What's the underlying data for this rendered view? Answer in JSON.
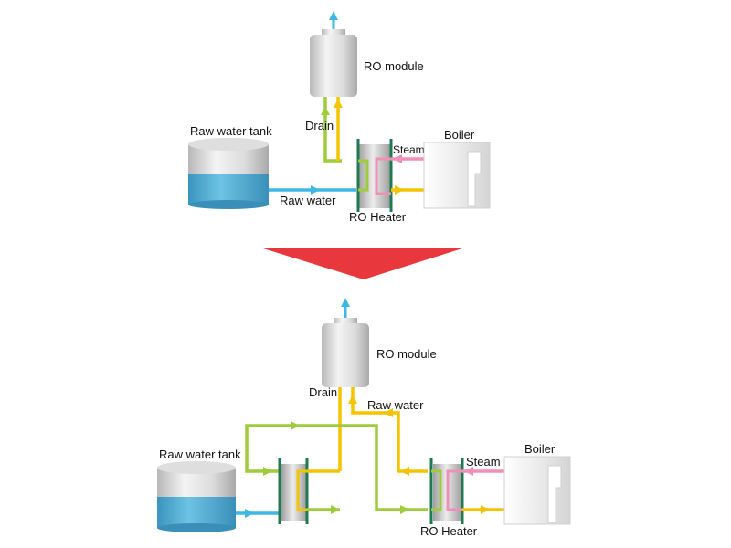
{
  "top_diagram": {
    "ro_module_label": "RO module",
    "drain_label": "Drain",
    "raw_water_tank_label": "Raw water tank",
    "raw_water_label": "Raw water",
    "steam_label": "Steam",
    "boiler_label": "Boiler",
    "ro_heater_label": "RO Heater"
  },
  "bottom_diagram": {
    "ro_module_label": "RO module",
    "drain_label": "Drain",
    "raw_water_label": "Raw water",
    "raw_water_tank_label": "Raw water tank",
    "steam_label": "Steam",
    "boiler_label": "Boiler",
    "ro_heater_label": "RO Heater"
  },
  "transition_arrow": {
    "icon": "down-triangle-icon",
    "color": "#e8383d"
  },
  "colors": {
    "raw_water": "#3fb7e6",
    "drain": "#9fcc3b",
    "hot_water": "#f5c400",
    "steam": "#f08fb8",
    "heater_frame": "#1f7a50",
    "tank_water": "#4aa8cf"
  }
}
